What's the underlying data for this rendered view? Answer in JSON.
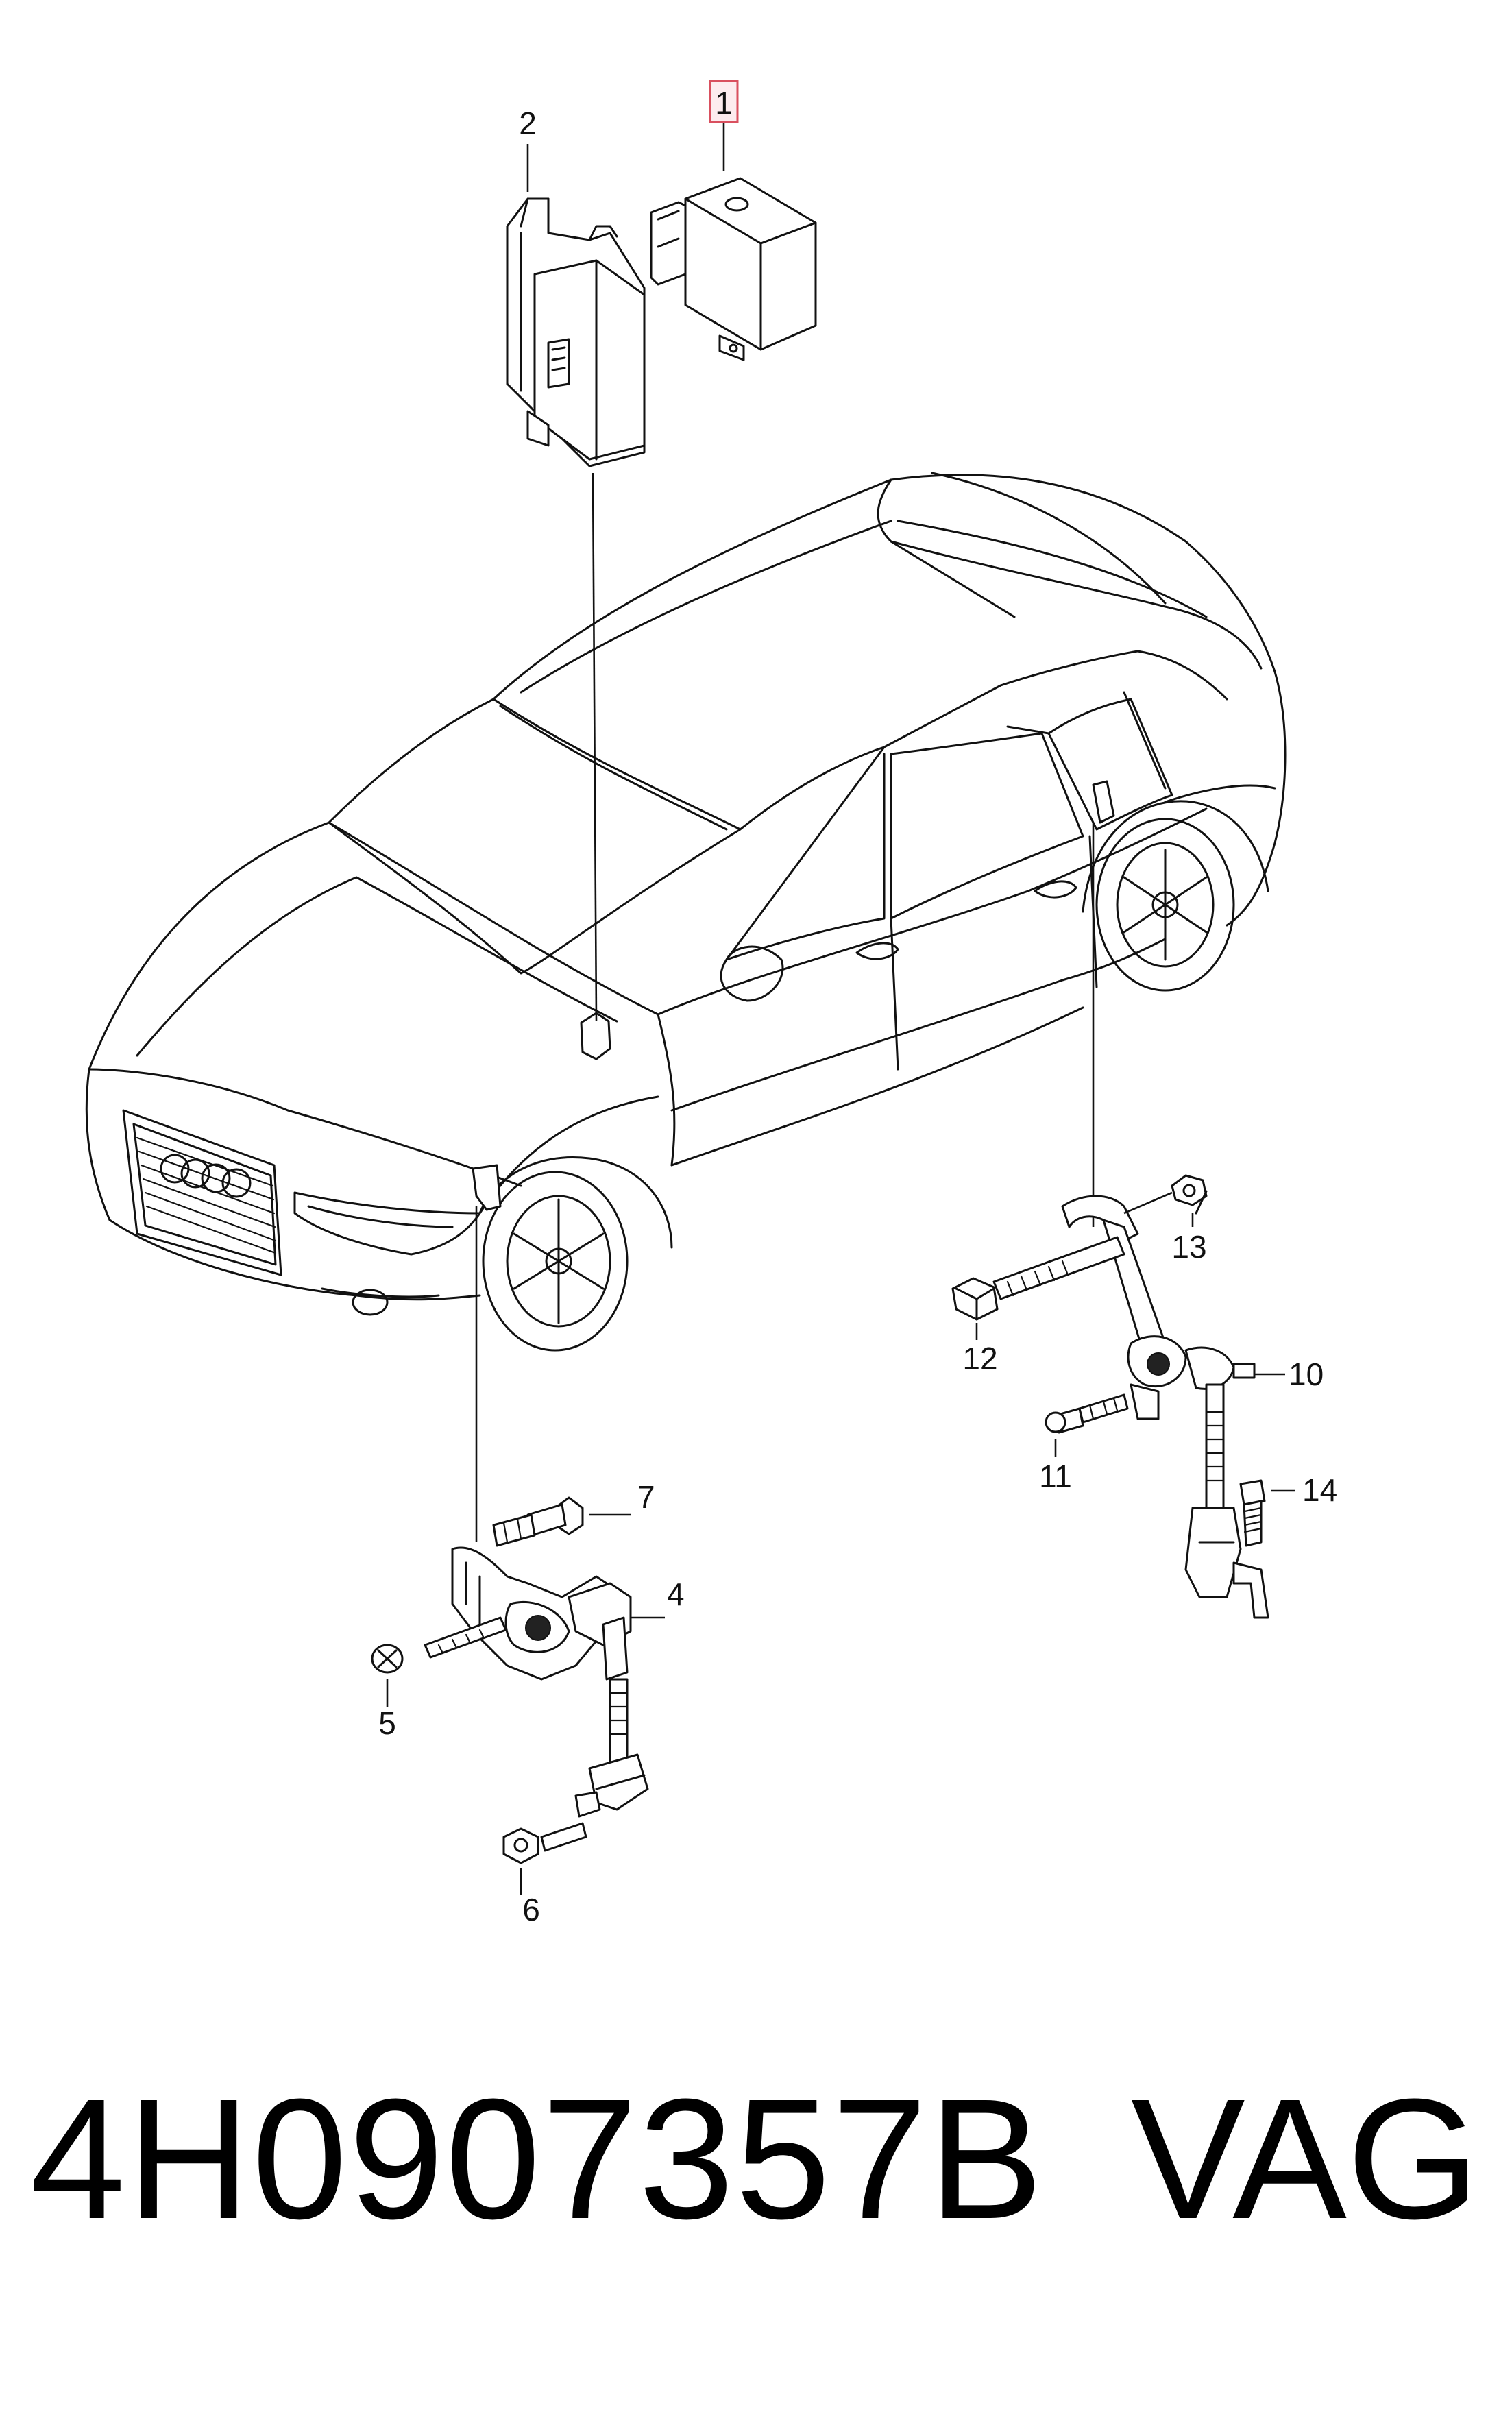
{
  "callouts": [
    {
      "id": "1",
      "label": "1",
      "highlighted": true
    },
    {
      "id": "2",
      "label": "2"
    },
    {
      "id": "4",
      "label": "4"
    },
    {
      "id": "5",
      "label": "5"
    },
    {
      "id": "6",
      "label": "6"
    },
    {
      "id": "7",
      "label": "7"
    },
    {
      "id": "10",
      "label": "10"
    },
    {
      "id": "11",
      "label": "11"
    },
    {
      "id": "12",
      "label": "12"
    },
    {
      "id": "13",
      "label": "13"
    },
    {
      "id": "14",
      "label": "14"
    }
  ],
  "footer": {
    "part_number": "4H0907357B",
    "brand": "VAG"
  },
  "colors": {
    "line": "#111111",
    "highlight_stroke": "#d9505f",
    "background": "#ffffff"
  }
}
